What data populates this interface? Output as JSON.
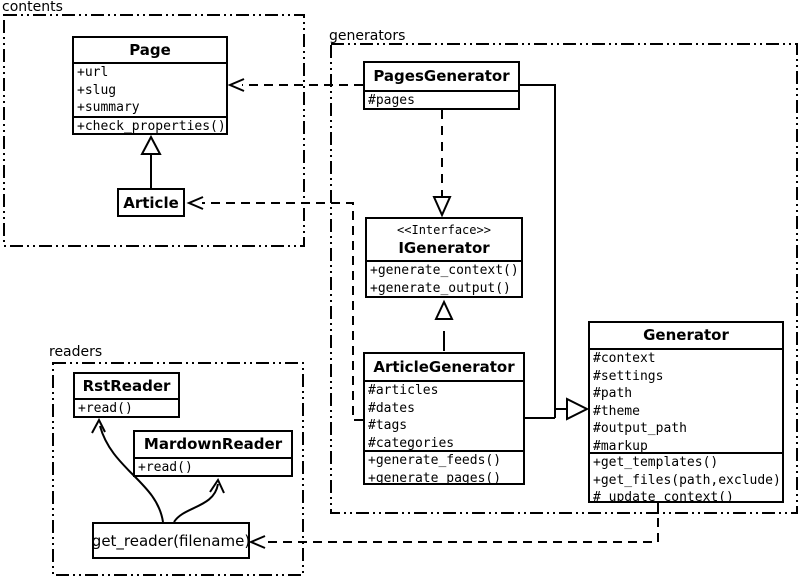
{
  "colors": {
    "line": "#000000",
    "background": "#ffffff",
    "box_fill": "#ffffff"
  },
  "packages": {
    "contents": {
      "label": "contents"
    },
    "generators": {
      "label": "generators"
    },
    "readers": {
      "label": "readers"
    }
  },
  "classes": {
    "page": {
      "title": "Page",
      "attributes": [
        "+url",
        "+slug",
        "+summary"
      ],
      "methods": [
        "+check_properties()"
      ]
    },
    "article": {
      "title": "Article"
    },
    "pages_generator": {
      "title": "PagesGenerator",
      "attributes": [
        "#pages"
      ]
    },
    "igenerator": {
      "stereotype": "<<Interface>>",
      "title": "IGenerator",
      "methods": [
        "+generate_context()",
        "+generate_output()"
      ]
    },
    "article_generator": {
      "title": "ArticleGenerator",
      "attributes": [
        "#articles",
        "#dates",
        "#tags",
        "#categories"
      ],
      "methods": [
        "+generate_feeds()",
        "+generate_pages()"
      ]
    },
    "generator": {
      "title": "Generator",
      "attributes": [
        "#context",
        "#settings",
        "#path",
        "#theme",
        "#output_path",
        "#markup"
      ],
      "methods": [
        "+get_templates()",
        "+get_files(path,exclude)",
        "#_update_context()"
      ]
    },
    "rst_reader": {
      "title": "RstReader",
      "methods": [
        "+read()"
      ]
    },
    "mardown_reader": {
      "title": "MardownReader",
      "methods": [
        "+read()"
      ]
    },
    "get_reader": {
      "label": "get_reader(filename)"
    }
  },
  "relations": [
    "Article --|> Page (inheritance, solid hollow triangle)",
    "PagesGenerator ..> Page (dashed dependency)",
    "PagesGenerator ..|> IGenerator (dashed realization, hollow triangle)",
    "ArticleGenerator ..> Article (dashed dependency)",
    "ArticleGenerator ..|> IGenerator (realization, hollow triangle)",
    "PagesGenerator & ArticleGenerator --|> Generator (generalization, hollow triangle)",
    "Generator ..> get_reader(filename) (dashed dependency)",
    "get_reader -> RstReader (curved arrow)",
    "get_reader -> MardownReader (curved arrow)"
  ]
}
